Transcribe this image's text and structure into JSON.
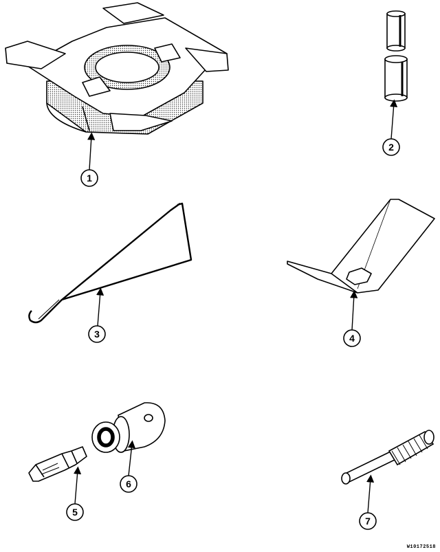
{
  "callouts": [
    {
      "id": "1"
    },
    {
      "id": "2"
    },
    {
      "id": "3"
    },
    {
      "id": "4"
    },
    {
      "id": "5"
    },
    {
      "id": "6"
    },
    {
      "id": "7"
    }
  ],
  "parts": [
    {
      "callout": "1",
      "icon": "spanner-wrench-tool-icon"
    },
    {
      "callout": "2",
      "icon": "tube-bushing-icon"
    },
    {
      "callout": "3",
      "icon": "wire-hook-tool-icon"
    },
    {
      "callout": "4",
      "icon": "hex-wrench-plate-icon"
    },
    {
      "callout": "5",
      "icon": "torx-bit-icon"
    },
    {
      "callout": "6",
      "icon": "socket-adapter-icon"
    },
    {
      "callout": "7",
      "icon": "knurled-pin-tool-icon"
    }
  ],
  "figure_code": "W10172518",
  "colors": {
    "ink": "#000000",
    "paper": "#ffffff",
    "stipple": "#8a8a8a"
  }
}
